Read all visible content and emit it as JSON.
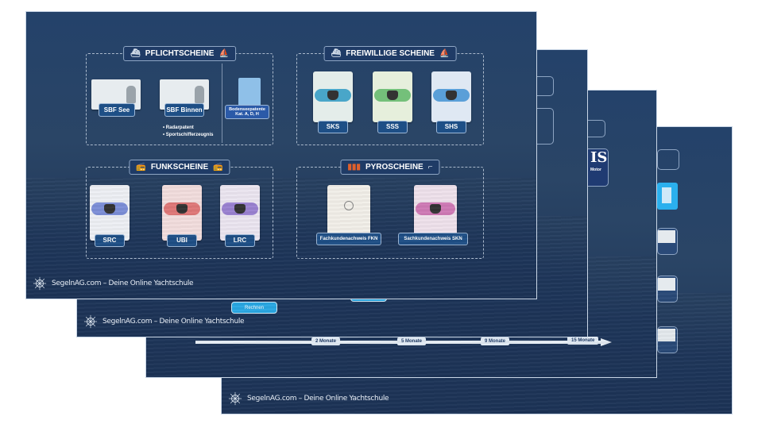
{
  "footer_text": "SegelnAG.com – Deine Online Yachtschule",
  "slide1": {
    "pflicht": {
      "title": "PFLICHTSCHEINE",
      "items": [
        "SBF See",
        "SBF Binnen"
      ],
      "bullets": [
        "Radarpatent",
        "Sportschifferzeugnis"
      ],
      "bodensee": [
        "Bodenseepatente",
        "Kat. A, D, H"
      ]
    },
    "freiwillig": {
      "title": "FREIWILLIGE SCHEINE",
      "items": [
        "SKS",
        "SSS",
        "SHS"
      ]
    },
    "funk": {
      "title": "FUNKSCHEINE",
      "items": [
        "SRC",
        "UBI",
        "LRC"
      ]
    },
    "pyro": {
      "title": "PYROSCHEINE",
      "items": [
        "Fachkundenachweis FKN",
        "Sachkundenachweis SKN"
      ]
    }
  },
  "slide2": {
    "button": "Rechnen"
  },
  "slide3": {
    "timeline": [
      "2 Monate",
      "5 Monate",
      "9 Monate",
      "15 Monate"
    ],
    "fragment_title": "IS",
    "fragment_sub": "Motor"
  },
  "colors": {
    "slide_bg": "#24426a",
    "label_bg": "#1e4f86",
    "accent_cyan": "#29a8e4"
  }
}
